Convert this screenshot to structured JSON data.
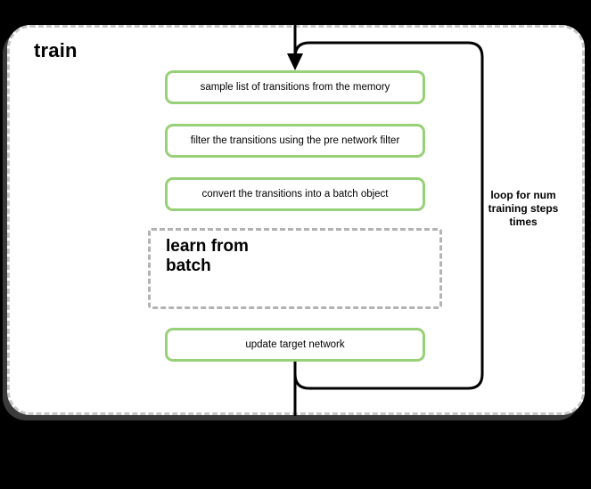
{
  "diagram": {
    "title": "train",
    "steps": [
      {
        "label": "sample list of transitions from the memory"
      },
      {
        "label": "filter the transitions using the pre network filter"
      },
      {
        "label": "convert the transitions into a batch object"
      }
    ],
    "learn_group": {
      "label": "learn from batch"
    },
    "final_step": {
      "label": "update target network"
    },
    "loop_annotation": {
      "lines": [
        "loop for num",
        "training steps",
        "times"
      ]
    },
    "colors": {
      "step_border": "#97d077",
      "group_dashed_border": "#b3b3b3",
      "container_dashed_border": "#c6c6c6",
      "container_fill": "#ffffff",
      "flow_line": "#000000",
      "canvas_background": "#000000"
    }
  }
}
